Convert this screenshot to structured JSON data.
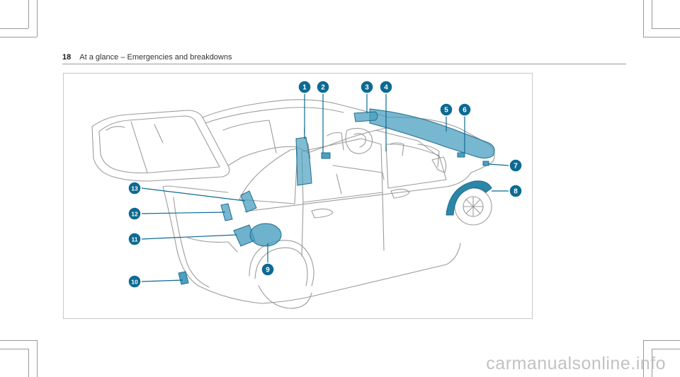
{
  "header": {
    "page_number": "18",
    "section_title": "At a glance – Emergencies and breakdowns"
  },
  "figure": {
    "callouts": [
      "1",
      "2",
      "3",
      "4",
      "5",
      "6",
      "7",
      "8",
      "9",
      "10",
      "11",
      "12",
      "13"
    ],
    "accent_color": "#2b86a8",
    "callout_color": "#0d6a92"
  },
  "watermark": {
    "text": "carmanualsonline.info"
  }
}
